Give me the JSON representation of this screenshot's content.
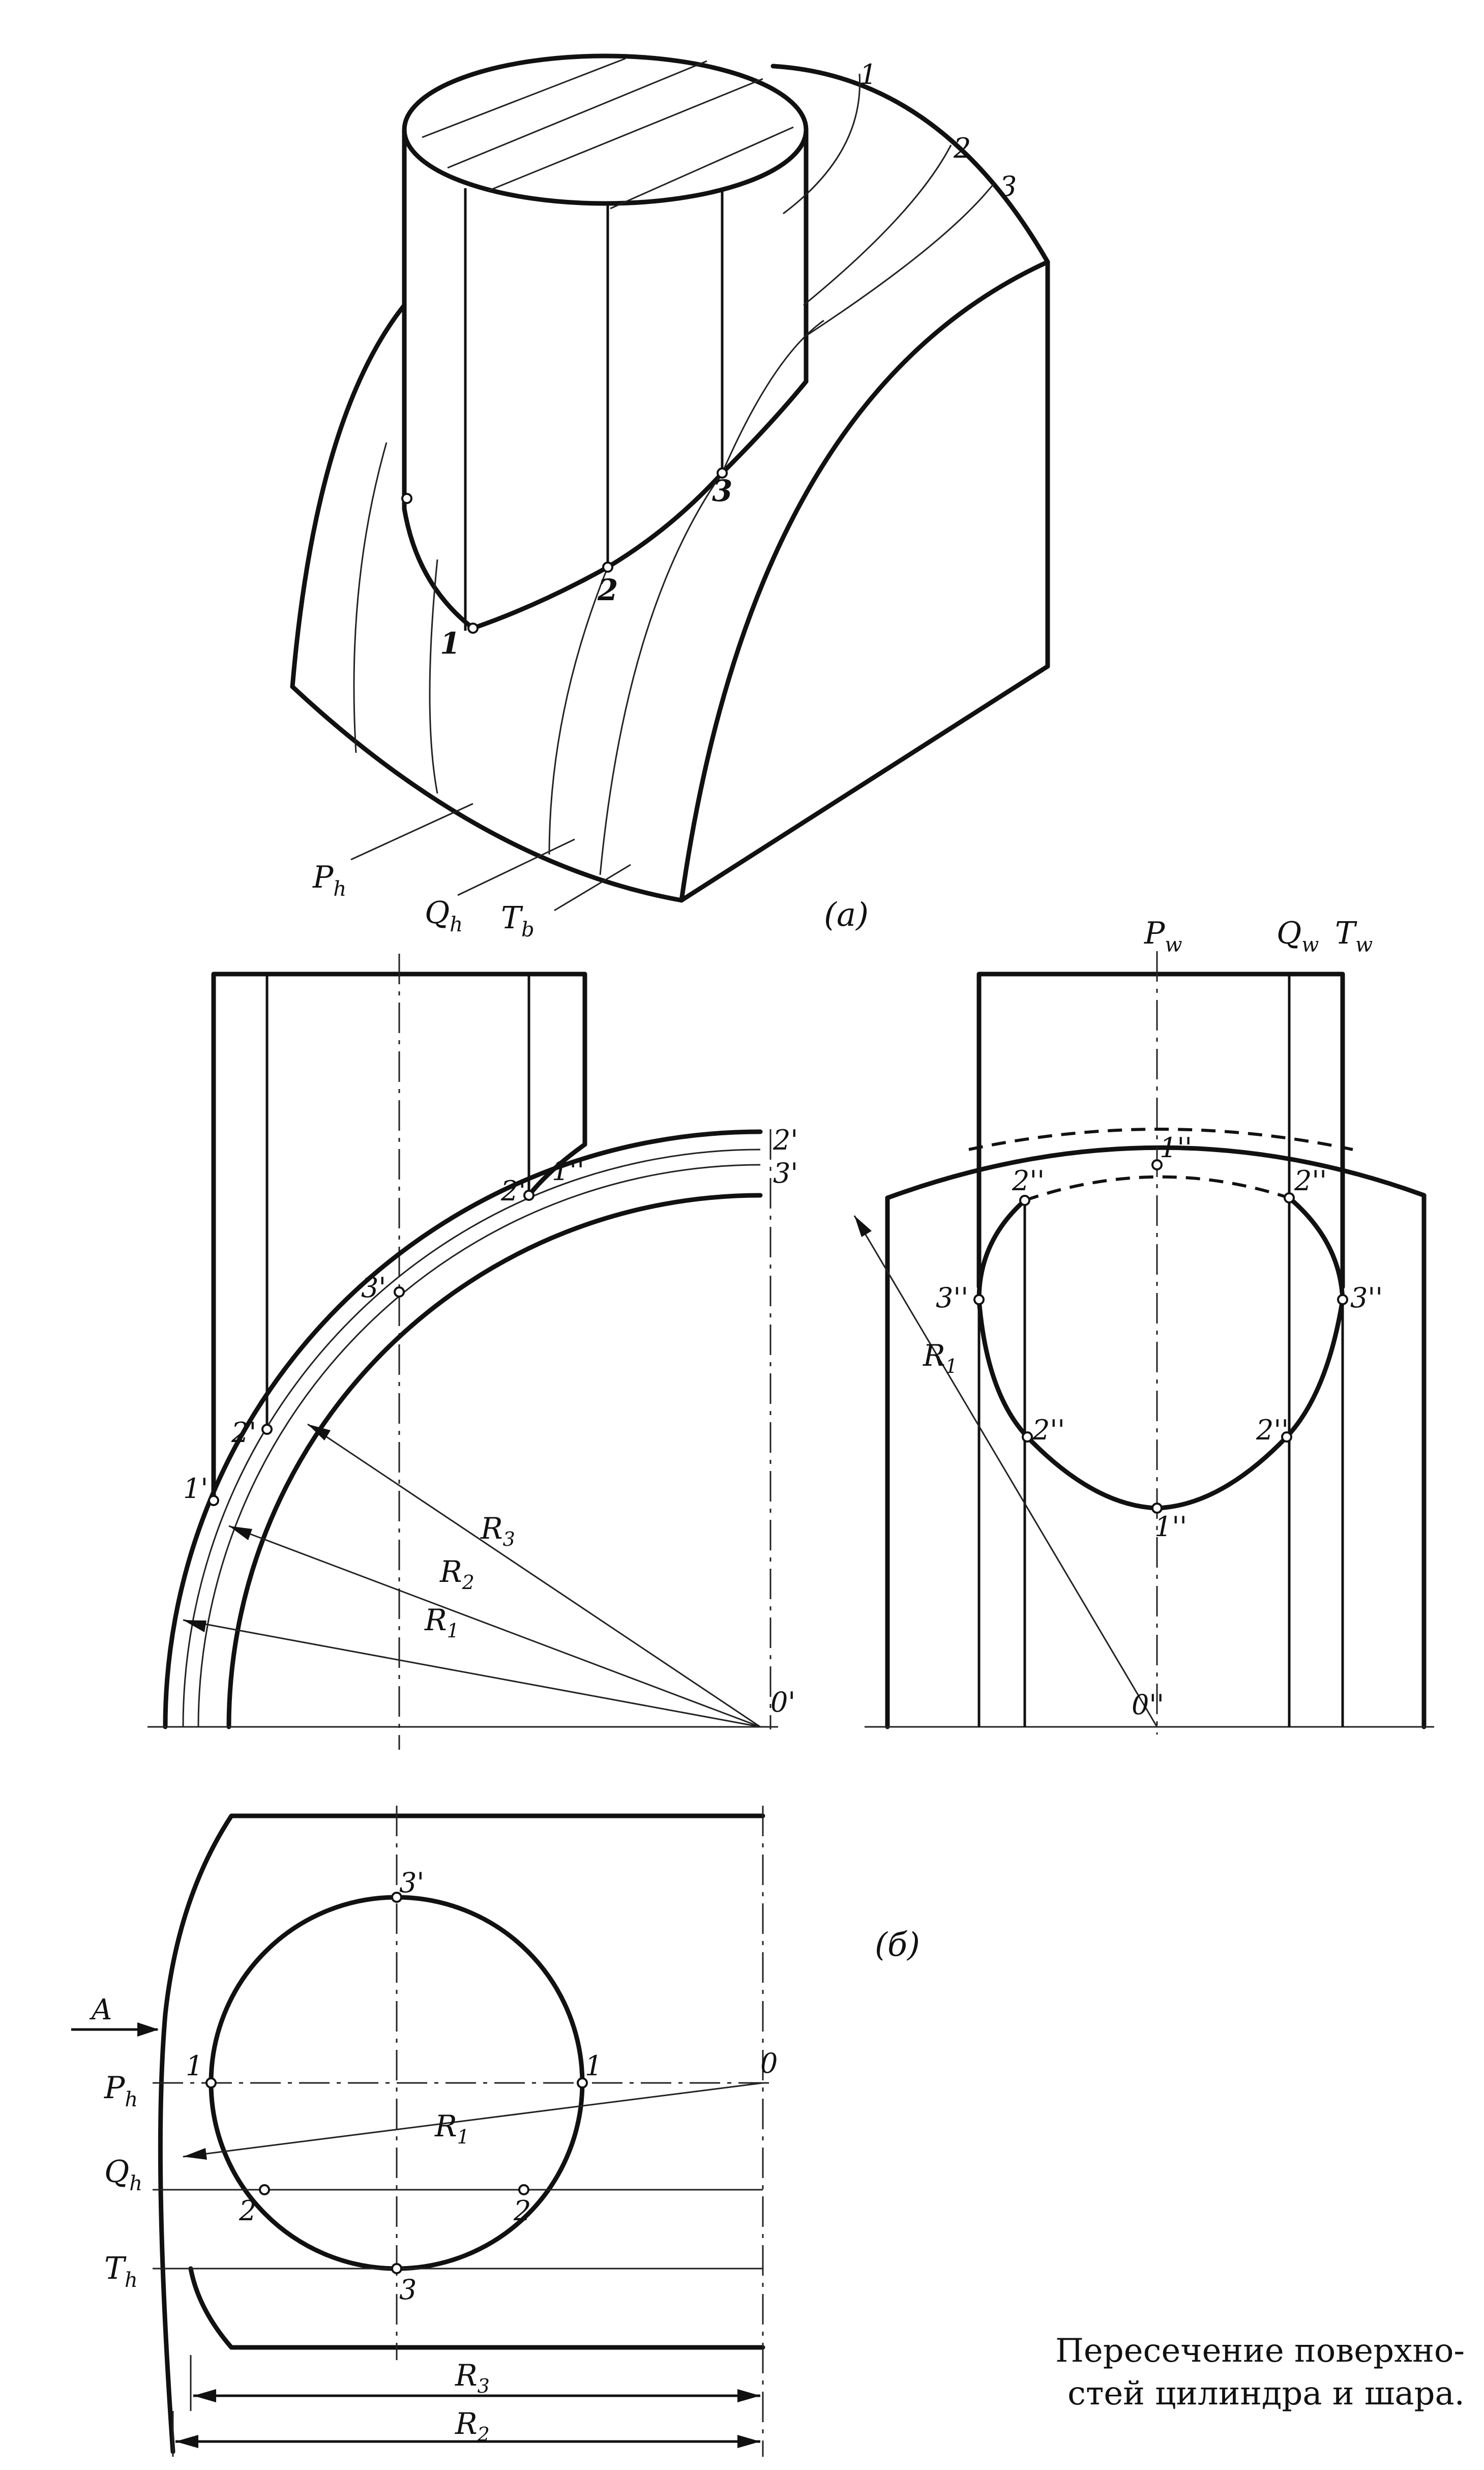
{
  "labels": {
    "iso_1": "1",
    "iso_2": "2",
    "iso_3": "3",
    "iso_top_1": "1",
    "iso_top_2": "2",
    "iso_top_3": "3",
    "iso_ph": "P",
    "iso_ph_sub": "h",
    "iso_qh": "Q",
    "iso_qh_sub": "h",
    "iso_tb": "T",
    "iso_tb_sub": "b",
    "part_a": "(a)",
    "part_b": "(б)",
    "front_1p": "1'",
    "front_2p_left": "2'",
    "front_3p": "3'",
    "front_2p_top": "2'",
    "front_1pp_top": "1''",
    "front_2p_edge": "2'",
    "front_3p_edge": "3'",
    "front_r1": "R",
    "front_r1_sub": "1",
    "front_r2": "R",
    "front_r2_sub": "2",
    "front_r3": "R",
    "front_r3_sub": "3",
    "front_o": "0'",
    "side_pw": "P",
    "side_pw_sub": "w",
    "side_qw": "Q",
    "side_qw_sub": "w",
    "side_tw": "T",
    "side_tw_sub": "w",
    "side_1_top": "1''",
    "side_2_top_left": "2''",
    "side_2_top_right": "2''",
    "side_3_left": "3''",
    "side_3_right": "3''",
    "side_2_bot_left": "2''",
    "side_2_bot_right": "2''",
    "side_1_bot": "1''",
    "side_r1": "R",
    "side_r1_sub": "1",
    "side_o": "0''",
    "plan_3_top": "3'",
    "plan_a": "A",
    "plan_1_left": "1",
    "plan_1_right": "1",
    "plan_0": "0",
    "plan_ph": "P",
    "plan_ph_sub": "h",
    "plan_r1": "R",
    "plan_r1_sub": "1",
    "plan_qh": "Q",
    "plan_qh_sub": "h",
    "plan_th": "T",
    "plan_th_sub": "h",
    "plan_2_left": "2",
    "plan_2_right": "2",
    "plan_3_bot": "3",
    "plan_r3": "R",
    "plan_r3_sub": "3",
    "plan_r2": "R",
    "plan_r2_sub": "2"
  },
  "caption": {
    "line1": "Пересечение поверхно-",
    "line2": "стей цилиндра и шара."
  }
}
